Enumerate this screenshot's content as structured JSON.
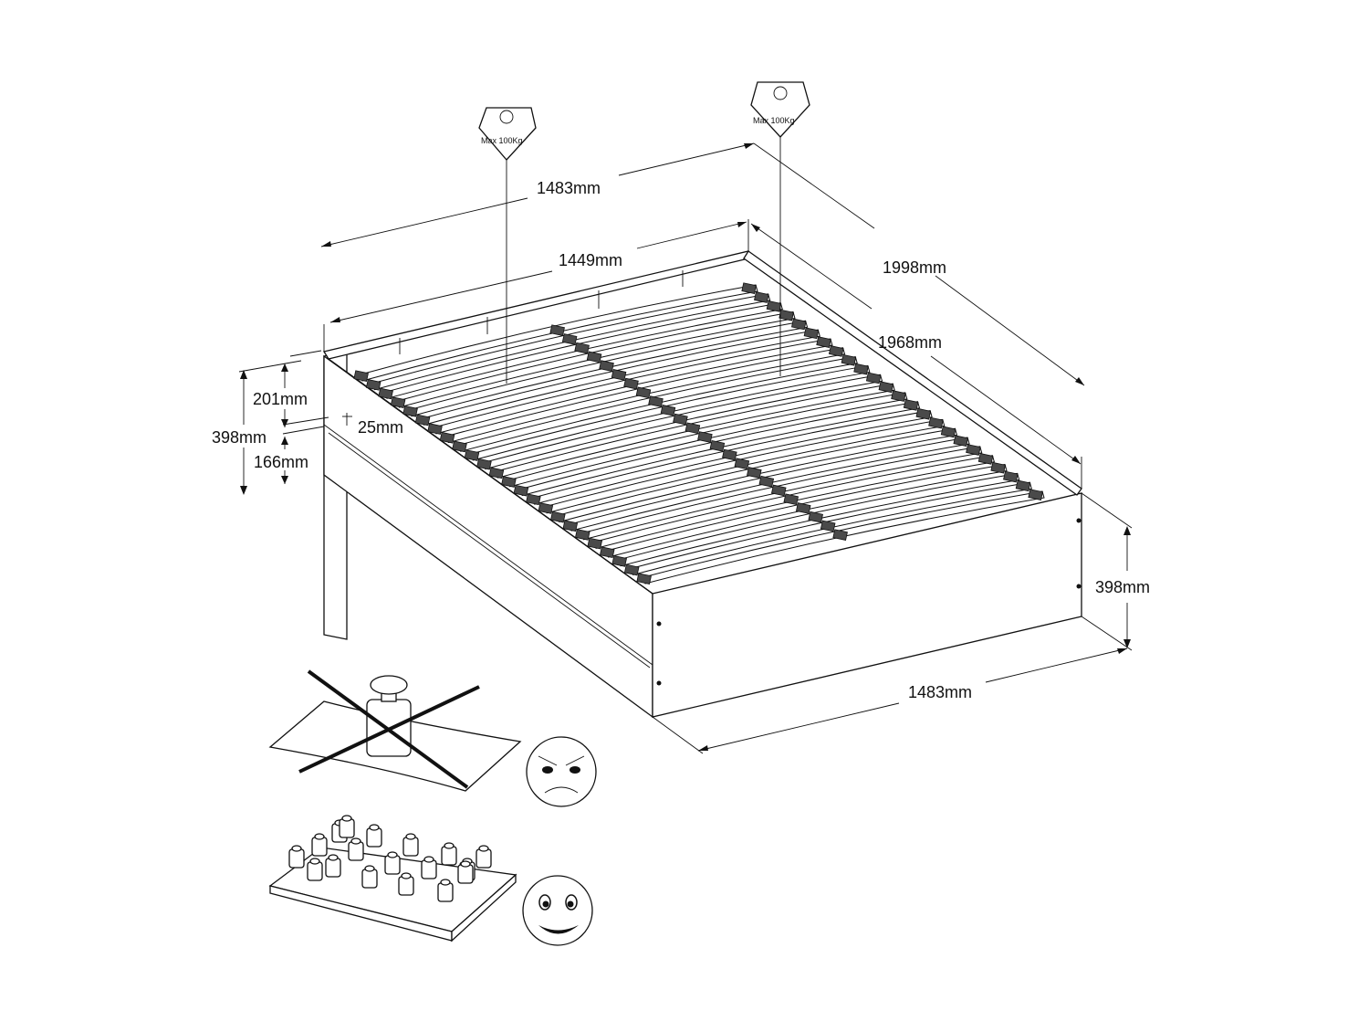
{
  "dimensions": {
    "outer_width_top": "1483mm",
    "inner_width": "1449mm",
    "outer_length": "1998mm",
    "inner_length": "1968mm",
    "height_upper": "201mm",
    "height_total_left": "398mm",
    "height_lower": "166mm",
    "slat_gap": "25mm",
    "height_total_right": "398mm",
    "outer_width_bottom": "1483mm"
  },
  "weights": [
    {
      "label": "Max 100Kg"
    },
    {
      "label": "Max 100Kg"
    }
  ],
  "guidance": {
    "bad_load_icon": "point-load-crossed-icon",
    "bad_face_icon": "angry-face-icon",
    "good_load_icon": "distributed-load-icon",
    "good_face_icon": "happy-face-icon"
  },
  "colors": {
    "line": "#111111",
    "slat_holder": "#4a4a4a",
    "background": "#ffffff"
  }
}
